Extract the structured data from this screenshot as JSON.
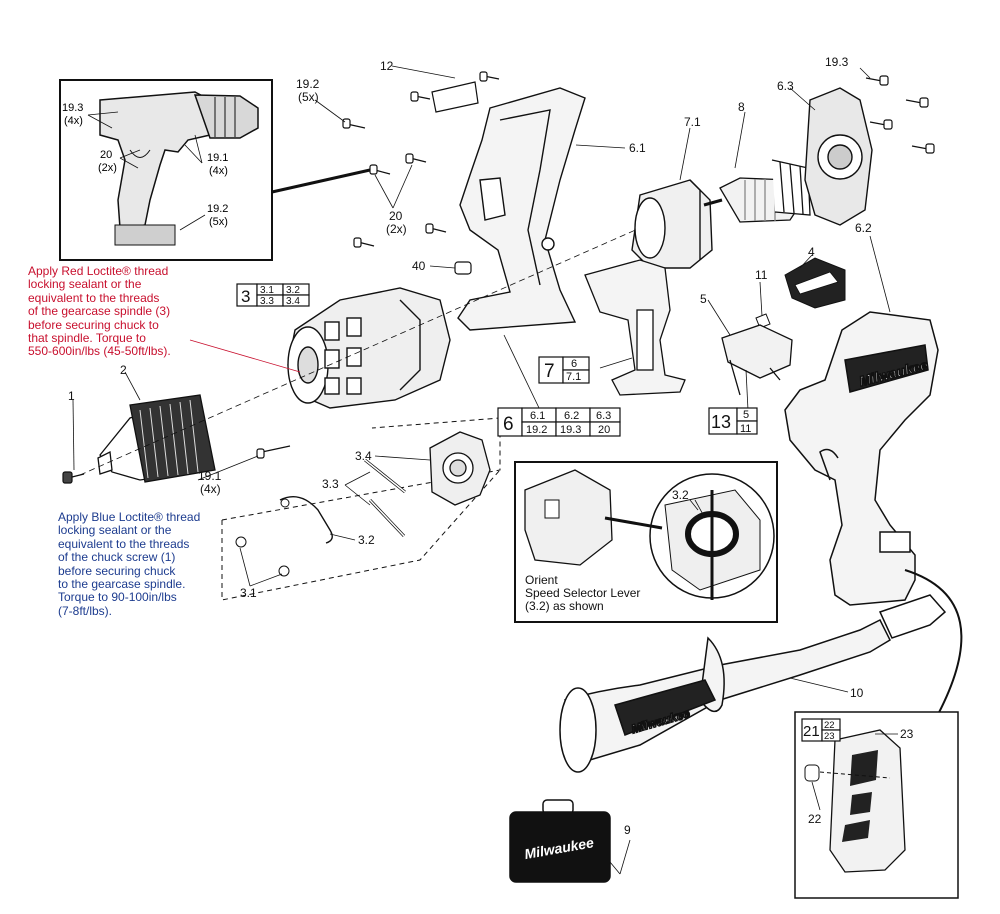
{
  "callouts": {
    "c1": "1",
    "c2": "2",
    "c3_3": "3.3",
    "c3_2a": "3.2",
    "c3_1": "3.1",
    "c3_4": "3.4",
    "c4": "4",
    "c5": "5",
    "c6_1": "6.1",
    "c6_2": "6.2",
    "c6_3": "6.3",
    "c7_1": "7.1",
    "c8": "8",
    "c9": "9",
    "c10": "10",
    "c11": "11",
    "c12": "12",
    "c19_1": "19.1",
    "c19_1_qty": "(4x)",
    "c19_2": "19.2",
    "c19_2_qty": "(5x)",
    "c19_3": "19.3",
    "c20": "20",
    "c20_qty": "(2x)",
    "c22": "22",
    "c23": "23",
    "c40": "40",
    "c3_2_detail": "3.2"
  },
  "inset": {
    "l19_3": "19.3",
    "l19_3_qty": "(4x)",
    "l20": "20",
    "l20_qty": "(2x)",
    "l19_1": "19.1",
    "l19_1_qty": "(4x)",
    "l19_2": "19.2",
    "l19_2_qty": "(5x)"
  },
  "assembly_tables": {
    "t3": {
      "main": "3",
      "cells": [
        "3.1",
        "3.2",
        "3.3",
        "3.4"
      ]
    },
    "t6": {
      "main": "6",
      "cells": [
        "6.1",
        "6.2",
        "6.3",
        "19.2",
        "19.3",
        "20"
      ]
    },
    "t7": {
      "main": "7",
      "cells": [
        "6",
        "7.1"
      ]
    },
    "t13": {
      "main": "13",
      "cells": [
        "5",
        "11"
      ]
    },
    "t21": {
      "main": "21",
      "cells": [
        "22",
        "23"
      ]
    }
  },
  "notes": {
    "red": [
      "Apply Red Loctite® thread",
      "locking sealant or the",
      "equivalent to the threads",
      "of the gearcase spindle (3)",
      "before securing chuck to",
      "that spindle. Torque to",
      "550-600in/lbs (45-50ft/lbs)."
    ],
    "blue": [
      "Apply Blue Loctite® thread",
      "locking sealant or the",
      "equivalent to the threads",
      "of the chuck screw (1)",
      "before securing chuck",
      "to the gearcase spindle.",
      "Torque to 90-100in/lbs",
      "(7-8ft/lbs)."
    ],
    "orient": [
      "Orient",
      "Speed Selector Lever",
      "(3.2) as shown"
    ]
  },
  "brand": {
    "handle": "Milwaukee",
    "housing": "Milwaukee",
    "case": "Milwaukee"
  },
  "colors": {
    "red_note": "#c8102e",
    "blue_note": "#1d3c8f",
    "line": "#111111"
  }
}
